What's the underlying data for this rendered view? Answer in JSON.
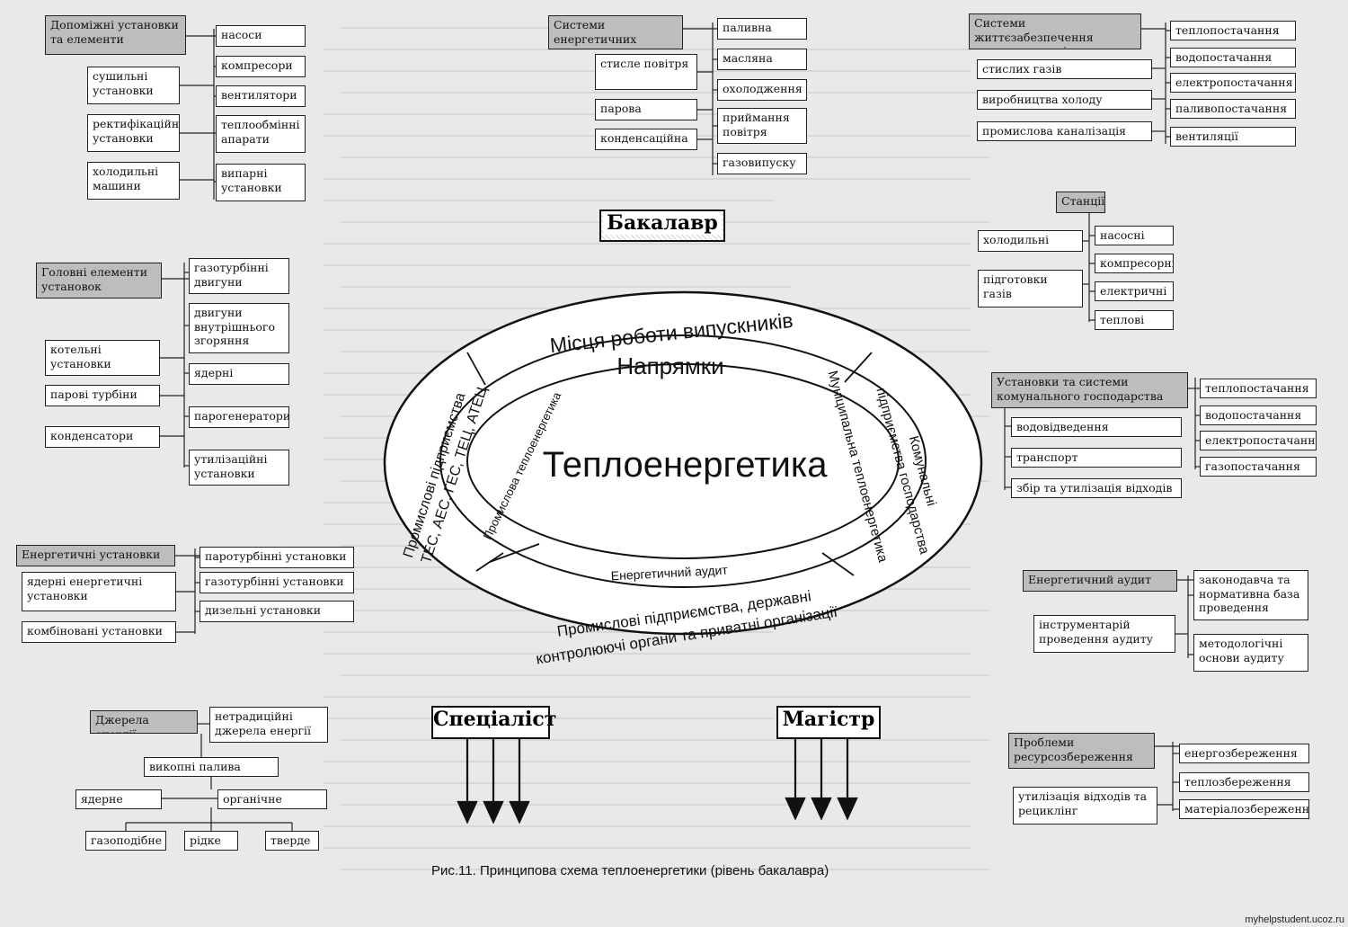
{
  "center": {
    "title": "Теплоенергетика",
    "places": "Місця роботи випускників",
    "directions": "Напрямки",
    "energy_audit": "Енергетичний аудит",
    "industrial_te": "Промислова теплоенергетика",
    "municipal": "Муніципальна теплоенергетика",
    "organizations_line1": "Промислові підприємства, державні",
    "organizations_line2": "контролюючі органи та приватні організації",
    "plants_line1": "Промислові підприємства",
    "plants_line2": "ТЕС, АЕС, ГЕС, ТЕЦ, АТЕЦ",
    "communal_line1": "Комунальні",
    "communal_line2": "підприємства господарства"
  },
  "degrees": {
    "bachelor": "Бакалавр",
    "specialist": "Спеціаліст",
    "master": "Магістр"
  },
  "aux": {
    "header": "Допоміжні установки та елементи",
    "left": [
      "сушильні установки",
      "ректифікаційні установки",
      "холодильні машини"
    ],
    "right": [
      "насоси",
      "компресори",
      "вентилятори",
      "теплообмінні апарати",
      "випарні установки"
    ]
  },
  "plant_systems": {
    "header": "Системи енергетичних установок",
    "left": [
      "стисле повітря",
      "парова",
      "конденсаційна"
    ],
    "right": [
      "паливна",
      "масляна",
      "охолодження",
      "приймання повітря",
      "газовипуску"
    ]
  },
  "life_support": {
    "header": "Системи життєзабезпечення промислових підприємств",
    "left": [
      "стислих газів",
      "виробництва холоду",
      "промислова каналізація"
    ],
    "right": [
      "теплопостачання",
      "водопостачання",
      "електропостачання",
      "паливопостачання",
      "вентиляції"
    ]
  },
  "stations": {
    "header": "Станції",
    "left": [
      "холодильні",
      "підготовки газів"
    ],
    "right": [
      "насосні",
      "компресорні",
      "електричні",
      "теплові"
    ]
  },
  "main_elements": {
    "header": "Головні елементи установок",
    "left": [
      "котельні установки",
      "парові турбіни",
      "конденсатори"
    ],
    "right": [
      "газотурбінні двигуни",
      "двигуни внутрішнього згоряння",
      "ядерні реактори",
      "парогенератори",
      "утилізаційні установки"
    ]
  },
  "communal": {
    "header": "Установки та системи комунального господарства",
    "left": [
      "водовідведення",
      "транспорт",
      "збір та утилізація відходів"
    ],
    "right": [
      "теплопостачання",
      "водопостачання",
      "електропостачання",
      "газопостачання"
    ]
  },
  "energy_plants": {
    "header": "Енергетичні установки",
    "left": [
      "ядерні енергетичні установки",
      "комбіновані установки"
    ],
    "right": [
      "паротурбінні установки",
      "газотурбінні установки",
      "дизельні установки"
    ]
  },
  "audit": {
    "header": "Енергетичний аудит",
    "left": [
      "інструментарій проведення аудиту"
    ],
    "right": [
      "законодавча та нормативна база проведення аудиту",
      "методологічні основи аудиту"
    ]
  },
  "sources": {
    "header": "Джерела енергії",
    "nontrad": "нетрадиційні джерела енергії",
    "fossil": "викопні палива",
    "nuclear": "ядерне паливо",
    "organic": "органічне паливо",
    "gas": "газоподібне",
    "liquid": "рідке",
    "solid": "тверде"
  },
  "resources": {
    "header": "Проблеми ресурсозбереження",
    "left": [
      "утилізація відходів та рециклінг"
    ],
    "right": [
      "енергозбереження",
      "теплозбереження",
      "матеріалозбереження"
    ]
  },
  "caption": "Рис.11. Принципова схема теплоенергетики (рівень бакалавра)",
  "watermark": "myhelpstudent.ucoz.ru"
}
